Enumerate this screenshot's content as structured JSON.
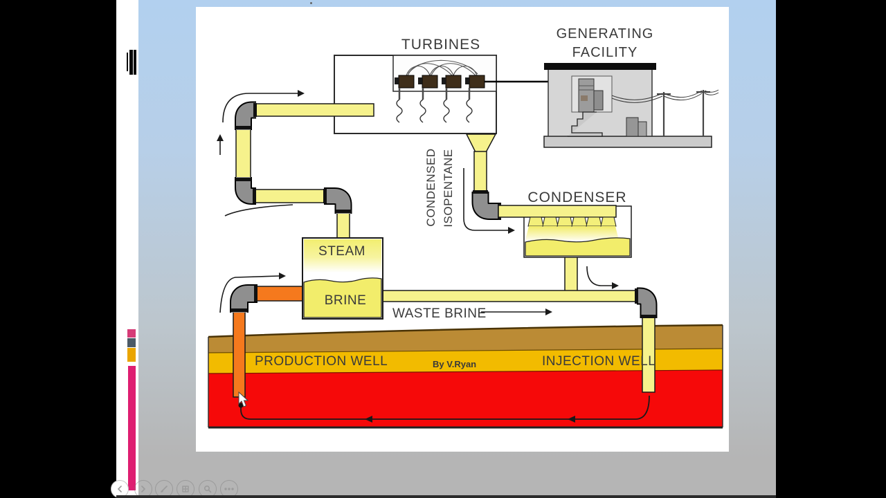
{
  "app": {
    "type": "presentation-slideshow-frame",
    "slide_subject": "Geothermal binary-cycle power plant diagram"
  },
  "diagram": {
    "labels": {
      "turbines": "TURBINES",
      "generating_line1": "GENERATING",
      "generating_line2": "FACILITY",
      "condenser": "CONDENSER",
      "condensed": "CONDENSED",
      "isopentane": "ISOPENTANE",
      "steam": "STEAM",
      "brine": "BRINE",
      "waste_brine": "WASTE BRINE",
      "production_well": "PRODUCTION WELL",
      "injection_well": "INJECTION WELL",
      "credit": "By V.Ryan"
    },
    "colors": {
      "pipe_yellow": "#f6f28c",
      "pipe_yellow_deep": "#f2ed6b",
      "hot_pipe_orange": "#f5791d",
      "elbow_gray": "#8f8f8f",
      "soil_brown": "#bb8b35",
      "soil_gold": "#f2bb00",
      "rock_red": "#f60909",
      "building_gray": "#d6d6d6",
      "label_dark": "#3a3a3a",
      "production_label": "#6b5a10",
      "injection_label": "#8b1a00",
      "credit_red": "#b22810"
    }
  },
  "sidebar": {
    "marker_colors": {
      "pink_square": "#d63b77",
      "slate_square": "#4c5a66",
      "gold_square": "#eaa500",
      "progress_bar_pink": "#de1e71"
    }
  },
  "toolbar": {
    "icons": [
      {
        "name": "previous-slide"
      },
      {
        "name": "next-slide"
      },
      {
        "name": "pen-annotate"
      },
      {
        "name": "all-slides-grid"
      },
      {
        "name": "zoom-magnifier"
      },
      {
        "name": "more-options"
      }
    ]
  }
}
